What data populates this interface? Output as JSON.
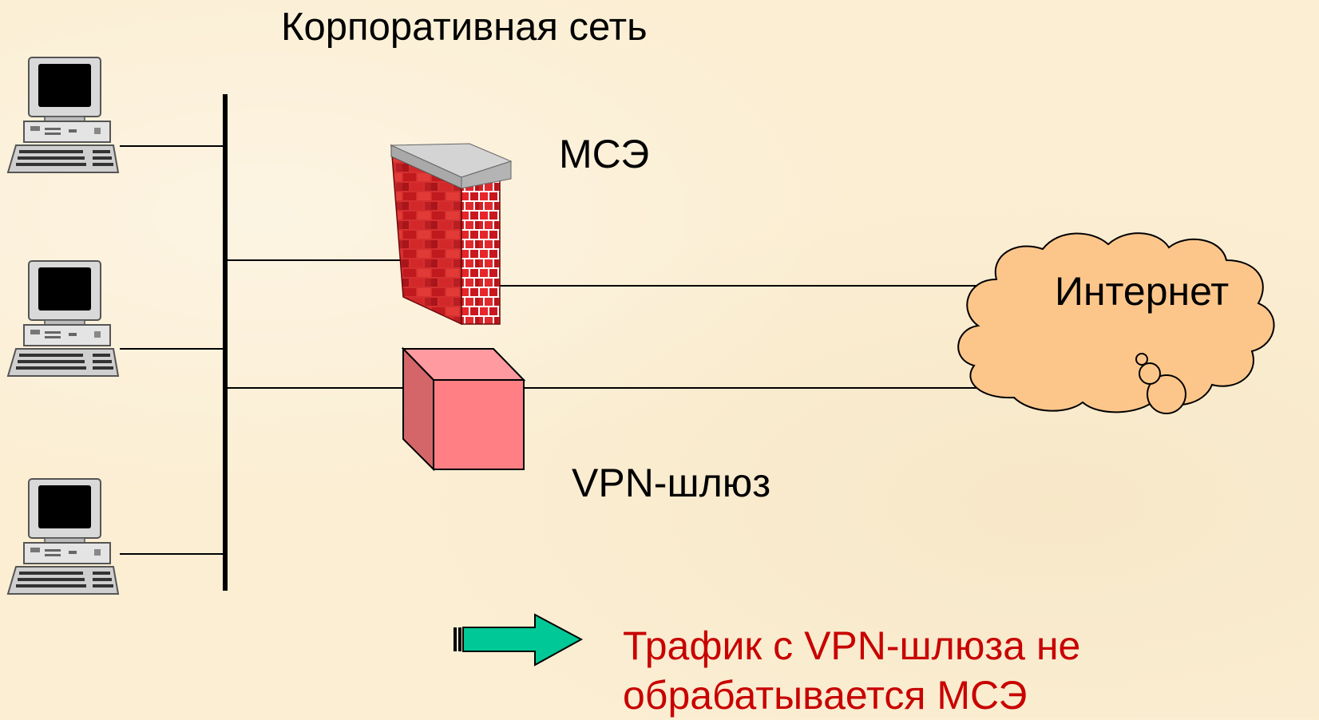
{
  "diagram": {
    "title": "Корпоративная сеть",
    "firewall_label": "МСЭ",
    "vpn_gateway_label": "VPN-шлюз",
    "internet_label": "Интернет",
    "legend_note": "Трафик с VPN-шлюза не обрабатывается МСЭ",
    "computers": [
      {
        "name": "computer-1",
        "icon": "desktop-computer-icon"
      },
      {
        "name": "computer-2",
        "icon": "desktop-computer-icon"
      },
      {
        "name": "computer-3",
        "icon": "desktop-computer-icon"
      }
    ],
    "icons": {
      "firewall": "brick-wall-icon",
      "vpn_gateway": "cube-icon",
      "internet": "cloud-icon",
      "legend_arrow": "arrow-right-icon"
    },
    "colors": {
      "background": "#fbeed3",
      "note_text": "#c80000",
      "brick": "#c0262a",
      "cube_front": "#ff7f80",
      "cloud": "#fcc68b",
      "arrow": "#00c896"
    }
  }
}
